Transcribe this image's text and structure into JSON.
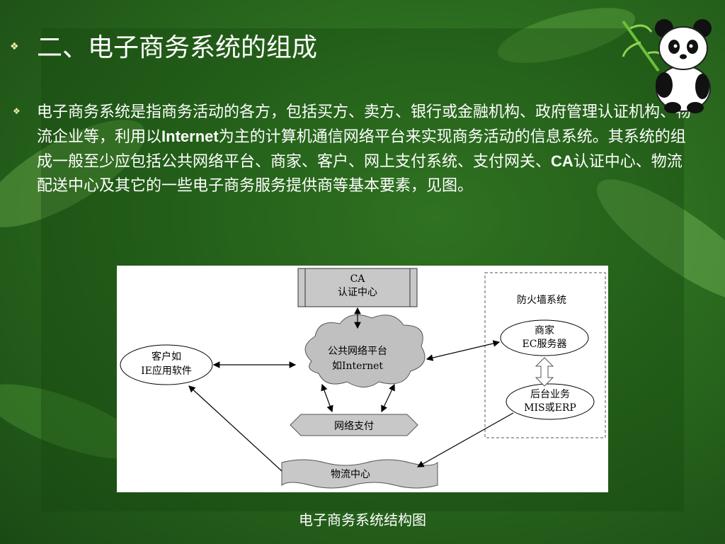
{
  "slide": {
    "title": "二、电子商务系统的组成",
    "paragraph_parts": [
      "电子商务系统是指商务活动的各方，包括买方、卖方、银行或金融机构、政府管理认证机构、物流企业等，利用以",
      "Internet",
      "为主的计算机通信网络平台来实现商务活动的信息系统。其系统的组成一般至少应包括公共网络平台、商家、客户、网上支付系统、支付网关、",
      "CA",
      "认证中心、物流配送中心及其它的一些电子商务服务提供商等基本要素，见图。"
    ],
    "caption": "电子商务系统结构图"
  },
  "diagram": {
    "ca_line1": "CA",
    "ca_line2": "认证中心",
    "firewall_label": "防火墙系统",
    "customer_line1": "客户如",
    "customer_line2": "IE应用软件",
    "network_line1": "公共网络平台",
    "network_line2": "如Internet",
    "merchant_line1": "商家",
    "merchant_line2": "EC服务器",
    "backend_line1": "后台业务",
    "backend_line2": "MIS或ERP",
    "payment_label": "网络支付",
    "logistics_label": "物流中心"
  },
  "colors": {
    "background": "#2b6b1f",
    "text": "#ffffff",
    "bullet": "#f5f0a8",
    "ca_box": "#c8c8c8",
    "cloud": "#c0c0c0"
  },
  "decorations": [
    "panda-icon",
    "bamboo-icon"
  ]
}
